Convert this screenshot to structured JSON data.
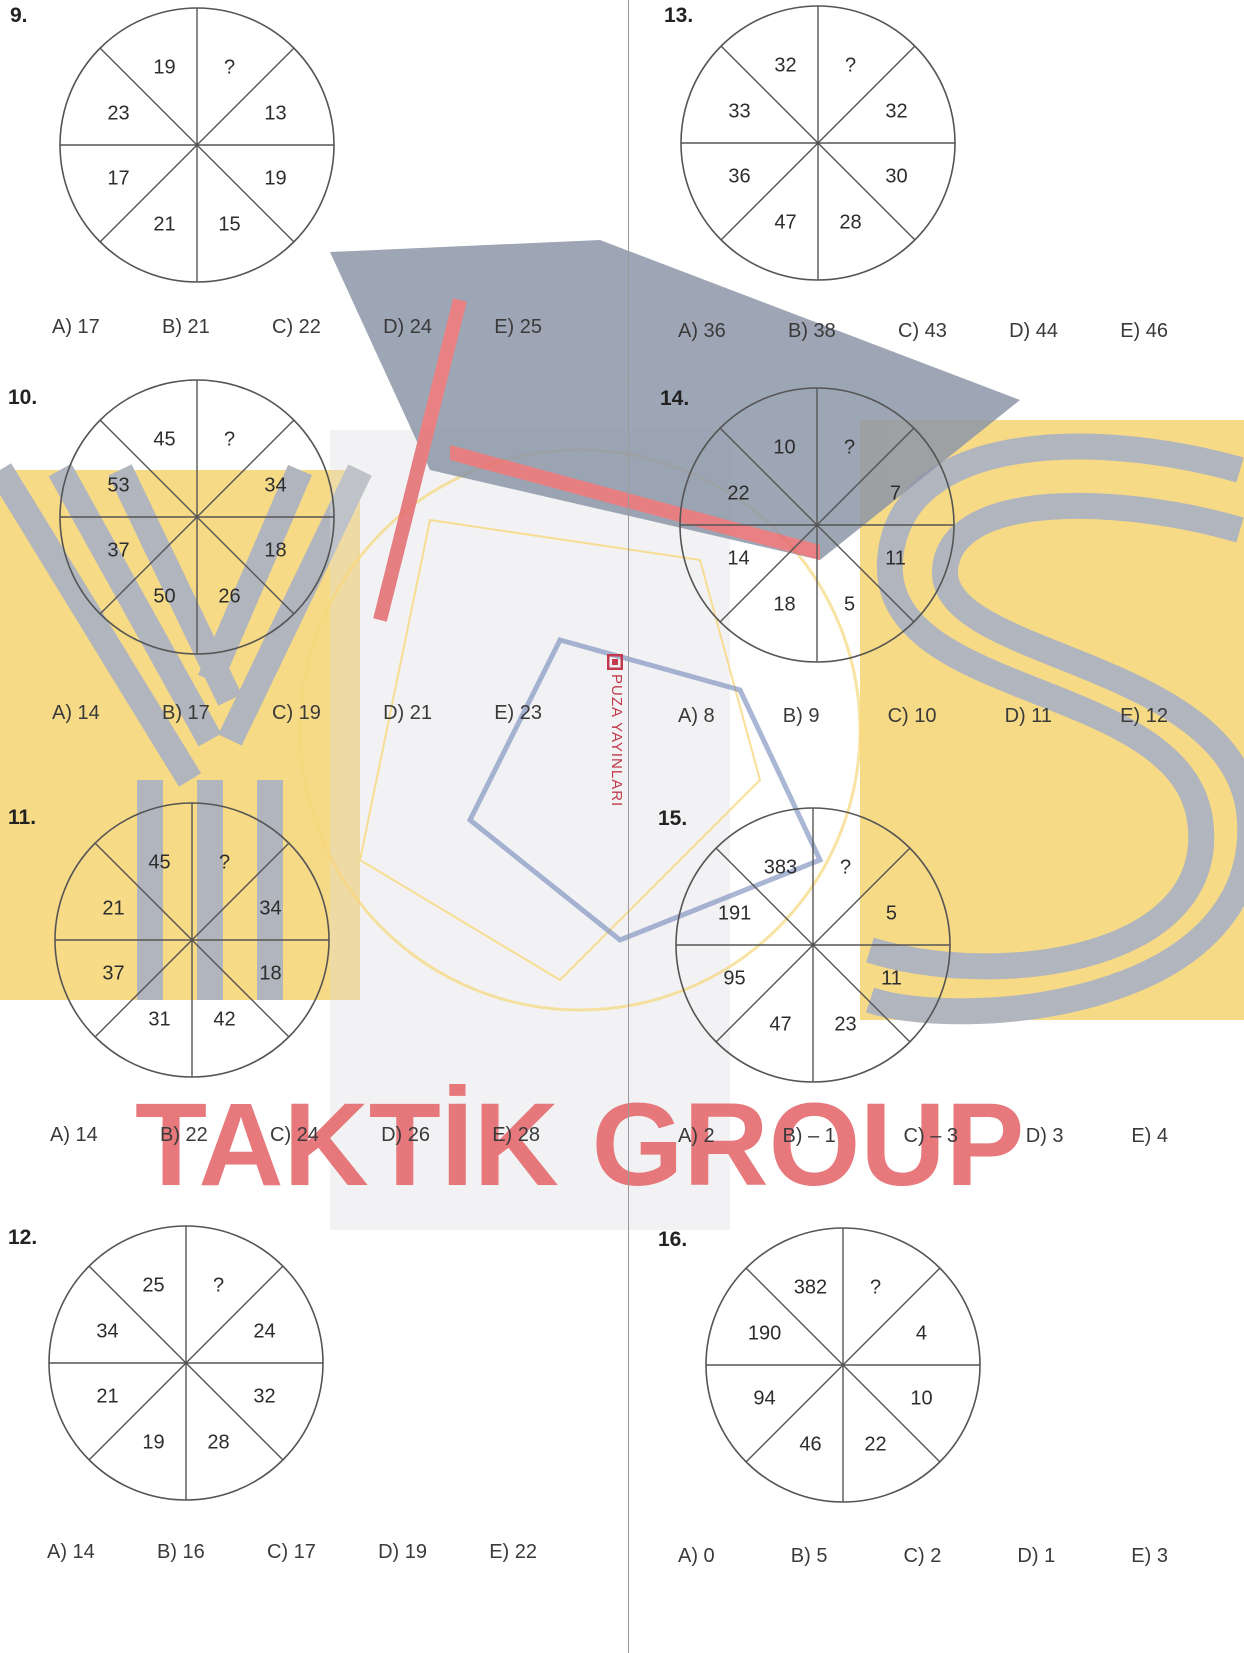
{
  "publisher": "PUZA YAYINLARI",
  "watermark": {
    "brand": "YDS",
    "brand_sub": "TAKTİK GROUP",
    "colors": {
      "yellow": "#f7d77a",
      "gray": "#a9adb7",
      "red": "#e56b6f",
      "cap": "#8d97a8"
    }
  },
  "questions": [
    {
      "number": "9.",
      "segments": [
        "?",
        "13",
        "19",
        "15",
        "21",
        "17",
        "23",
        "19"
      ],
      "options": [
        "A) 17",
        "B) 21",
        "C) 22",
        "D) 24",
        "E) 25"
      ]
    },
    {
      "number": "10.",
      "segments": [
        "?",
        "34",
        "18",
        "26",
        "50",
        "37",
        "53",
        "45"
      ],
      "options": [
        "A) 14",
        "B) 17",
        "C) 19",
        "D) 21",
        "E) 23"
      ]
    },
    {
      "number": "11.",
      "segments": [
        "?",
        "34",
        "18",
        "42",
        "31",
        "37",
        "21",
        "45"
      ],
      "options": [
        "A) 14",
        "B) 22",
        "C) 24",
        "D) 26",
        "E) 28"
      ]
    },
    {
      "number": "12.",
      "segments": [
        "?",
        "24",
        "32",
        "28",
        "19",
        "21",
        "34",
        "25"
      ],
      "options": [
        "A) 14",
        "B) 16",
        "C) 17",
        "D) 19",
        "E) 22"
      ]
    },
    {
      "number": "13.",
      "segments": [
        "?",
        "32",
        "30",
        "28",
        "47",
        "36",
        "33",
        "32"
      ],
      "options": [
        "A) 36",
        "B) 38",
        "C) 43",
        "D) 44",
        "E) 46"
      ]
    },
    {
      "number": "14.",
      "segments": [
        "?",
        "7",
        "11",
        "5",
        "18",
        "14",
        "22",
        "10"
      ],
      "options": [
        "A) 8",
        "B) 9",
        "C) 10",
        "D) 11",
        "E) 12"
      ]
    },
    {
      "number": "15.",
      "segments": [
        "?",
        "5",
        "11",
        "23",
        "47",
        "95",
        "191",
        "383"
      ],
      "options": [
        "A) 2",
        "B) – 1",
        "C) – 3",
        "D) 3",
        "E) 4"
      ]
    },
    {
      "number": "16.",
      "segments": [
        "?",
        "4",
        "10",
        "22",
        "46",
        "94",
        "190",
        "382"
      ],
      "options": [
        "A) 0",
        "B) 5",
        "C) 2",
        "D) 1",
        "E) 3"
      ]
    }
  ]
}
